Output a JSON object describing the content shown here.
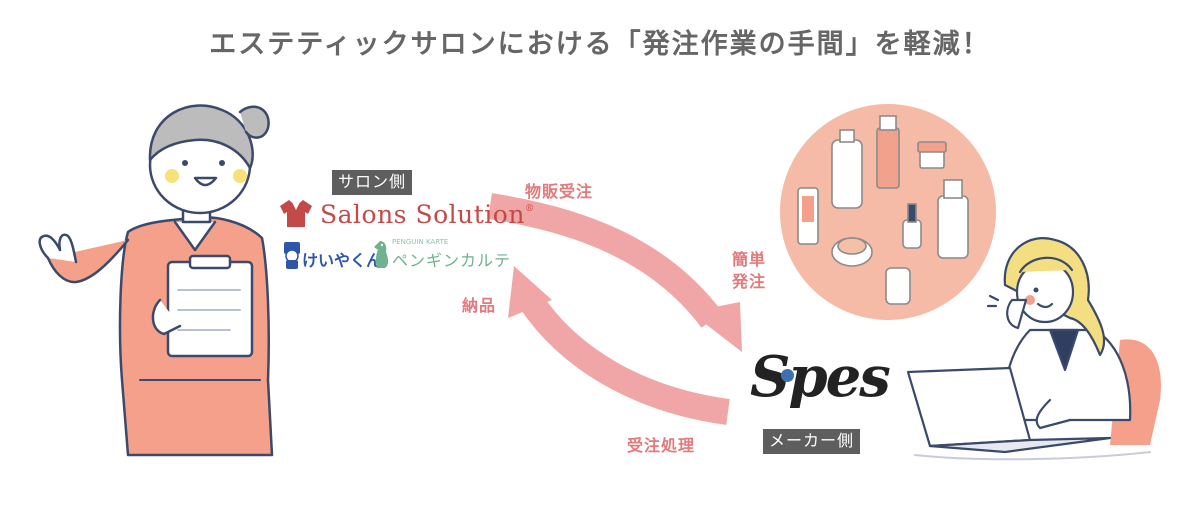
{
  "header": {
    "title": "エステティックサロンにおける「発注作業の手間」を軽減！"
  },
  "salon_side": {
    "tag": "サロン側",
    "brands": {
      "salons_solution": "Salons Solution",
      "salons_solution_mark": "®",
      "keiyaku": "けいやくん",
      "penguin": "ペンギンカルテ",
      "penguin_small": "PENGUIN KARTE"
    }
  },
  "maker_side": {
    "tag": "メーカー側",
    "logo": "Spes",
    "logo_mark": "®"
  },
  "flows": {
    "order": "物販受注",
    "easy_order_line1": "簡単",
    "easy_order_line2": "発注",
    "delivery": "納品",
    "order_processing": "受注処理"
  },
  "colors": {
    "arrow": "#f0a6a6",
    "label": "#e07a7c",
    "salmon_circle": "#f5bba6",
    "uniform": "#f4a08a",
    "brand_red": "#c24a49"
  }
}
